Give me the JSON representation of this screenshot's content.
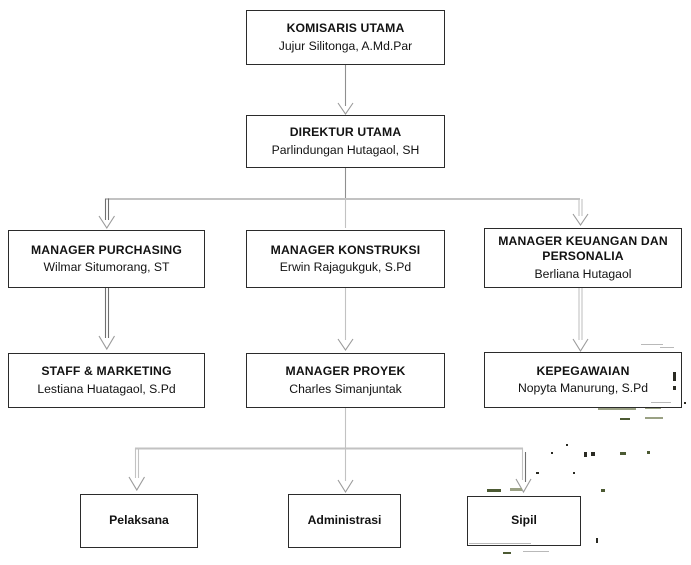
{
  "chart_data": {
    "type": "diagram",
    "diagram_kind": "organizational-chart",
    "title": "",
    "orientation": "top-down",
    "edge_style": "orthogonal-elbow-with-open-arrowhead",
    "nodes": [
      {
        "id": "komisaris-utama",
        "title": "KOMISARIS UTAMA",
        "subtitle": "Jujur Silitonga, A.Md.Par",
        "level": 1
      },
      {
        "id": "direktur-utama",
        "title": "DIREKTUR UTAMA",
        "subtitle": "Parlindungan Hutagaol, SH",
        "level": 2
      },
      {
        "id": "manager-purchasing",
        "title": "MANAGER PURCHASING",
        "subtitle": "Wilmar Situmorang, ST",
        "level": 3
      },
      {
        "id": "manager-konstruksi",
        "title": "MANAGER KONSTRUKSI",
        "subtitle": "Erwin Rajagukguk, S.Pd",
        "level": 3
      },
      {
        "id": "manager-keuangan",
        "title": "MANAGER KEUANGAN DAN PERSONALIA",
        "subtitle": "Berliana Hutagaol",
        "level": 3
      },
      {
        "id": "staff-marketing",
        "title": "STAFF & MARKETING",
        "subtitle": "Lestiana Huatagaol, S.Pd",
        "level": 4
      },
      {
        "id": "manager-proyek",
        "title": "MANAGER PROYEK",
        "subtitle": "Charles Simanjuntak",
        "level": 4
      },
      {
        "id": "kepegawaian",
        "title": "KEPEGAWAIAN",
        "subtitle": "Nopyta Manurung, S.Pd",
        "level": 4
      },
      {
        "id": "pelaksana",
        "title": "Pelaksana",
        "subtitle": "",
        "level": 5
      },
      {
        "id": "administrasi",
        "title": "Administrasi",
        "subtitle": "",
        "level": 5
      },
      {
        "id": "sipil",
        "title": "Sipil",
        "subtitle": "",
        "level": 5
      }
    ],
    "edges": [
      {
        "from": "komisaris-utama",
        "to": "direktur-utama"
      },
      {
        "from": "direktur-utama",
        "to": "manager-purchasing"
      },
      {
        "from": "direktur-utama",
        "to": "manager-konstruksi"
      },
      {
        "from": "direktur-utama",
        "to": "manager-keuangan"
      },
      {
        "from": "manager-purchasing",
        "to": "staff-marketing"
      },
      {
        "from": "manager-konstruksi",
        "to": "manager-proyek"
      },
      {
        "from": "manager-keuangan",
        "to": "kepegawaian"
      },
      {
        "from": "manager-proyek",
        "to": "pelaksana"
      },
      {
        "from": "manager-proyek",
        "to": "administrasi"
      },
      {
        "from": "manager-proyek",
        "to": "sipil"
      }
    ],
    "colors": {
      "background": "#ffffff",
      "box_border": "#2b2b2b",
      "box_fill": "#ffffff",
      "text": "#121212",
      "connector": "#8c8c8c"
    }
  },
  "nodes": {
    "komisaris_utama": {
      "title": "KOMISARIS UTAMA",
      "subtitle": "Jujur Silitonga, A.Md.Par"
    },
    "direktur_utama": {
      "title": "DIREKTUR UTAMA",
      "subtitle": "Parlindungan Hutagaol, SH"
    },
    "manager_purchasing": {
      "title": "MANAGER PURCHASING",
      "subtitle": "Wilmar Situmorang, ST"
    },
    "manager_konstruksi": {
      "title": "MANAGER KONSTRUKSI",
      "subtitle": "Erwin Rajagukguk, S.Pd"
    },
    "manager_keuangan": {
      "title": "MANAGER KEUANGAN DAN PERSONALIA",
      "subtitle": "Berliana Hutagaol"
    },
    "staff_marketing": {
      "title": "STAFF & MARKETING",
      "subtitle": "Lestiana Huatagaol, S.Pd"
    },
    "manager_proyek": {
      "title": "MANAGER PROYEK",
      "subtitle": "Charles Simanjuntak"
    },
    "kepegawaian": {
      "title": "KEPEGAWAIAN",
      "subtitle": "Nopyta Manurung, S.Pd"
    },
    "pelaksana": {
      "title": "Pelaksana"
    },
    "administrasi": {
      "title": "Administrasi"
    },
    "sipil": {
      "title": "Sipil"
    }
  }
}
